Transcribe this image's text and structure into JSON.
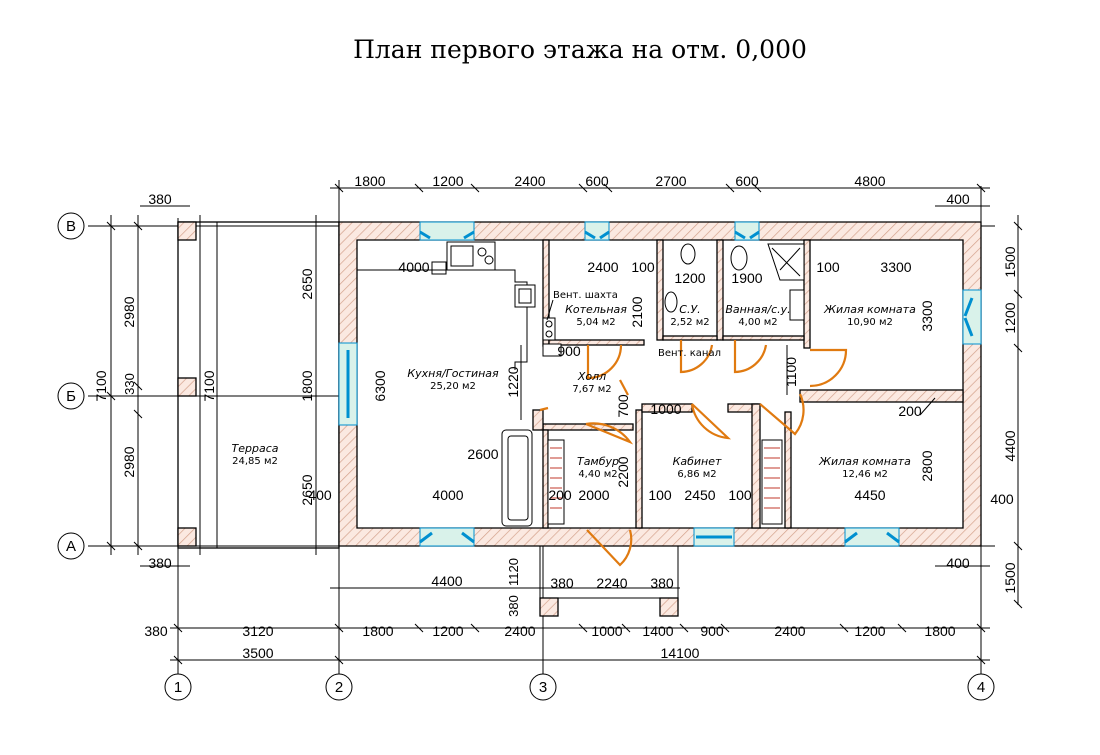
{
  "title": "План первого этажа на отм. 0,000",
  "rooms": {
    "terrace": {
      "name": "Терраса",
      "area": "24,85 м2"
    },
    "kitchen": {
      "name": "Кухня/Гостиная",
      "area": "25,20 м2"
    },
    "boiler": {
      "name": "Котельная",
      "area": "5,04 м2"
    },
    "wc": {
      "name": "С.У.",
      "area": "2,52 м2"
    },
    "bath": {
      "name": "Ванная/с.у.",
      "area": "4,00 м2"
    },
    "bedroom1": {
      "name": "Жилая комната",
      "area": "10,90 м2"
    },
    "hall": {
      "name": "Холл",
      "area": "7,67 м2"
    },
    "vestibule": {
      "name": "Тамбур",
      "area": "4,40 м2"
    },
    "office": {
      "name": "Кабинет",
      "area": "6,86 м2"
    },
    "bedroom2": {
      "name": "Жилая комната",
      "area": "12,46 м2"
    }
  },
  "notes": {
    "vent_shaft": "Вент. шахта",
    "vent_channel": "Вент. канал"
  },
  "axes": {
    "rows": [
      "В",
      "Б",
      "А"
    ],
    "cols": [
      "1",
      "2",
      "3",
      "4"
    ]
  },
  "dims": {
    "top": [
      "1800",
      "1200",
      "2400",
      "600",
      "2700",
      "600",
      "4800"
    ],
    "top_left": "380",
    "top_right": "400",
    "bottom_1": [
      "380",
      "3120",
      "1800",
      "1200",
      "2400",
      "1000",
      "1400",
      "900",
      "2400",
      "1200",
      "1800"
    ],
    "bottom_2": [
      "3500",
      "14100"
    ],
    "bottom_left": "380",
    "bottom_right": "400",
    "porch": [
      "4400",
      "1120",
      "380",
      "2240",
      "380",
      "380"
    ],
    "left_outer": [
      "7100",
      "330"
    ],
    "left_inner": [
      "2980",
      "2980"
    ],
    "terrace_h": "7100",
    "left_wall": [
      "2650",
      "1800",
      "2650"
    ],
    "kitchen_inner": [
      "4000",
      "6300",
      "4000",
      "400",
      "2600",
      "1220",
      "900"
    ],
    "boiler": [
      "2400",
      "100",
      "2100"
    ],
    "wc_bath": [
      "1200",
      "1900"
    ],
    "bed1": [
      "100",
      "3300",
      "3300",
      "1100"
    ],
    "right": [
      "1500",
      "1200",
      "4400",
      "400",
      "1500"
    ],
    "hall_inner": [
      "700",
      "1000"
    ],
    "vestibule": [
      "200",
      "2000",
      "2200"
    ],
    "office": [
      "100",
      "2450",
      "100"
    ],
    "bed2": [
      "200",
      "4450",
      "2800"
    ]
  }
}
